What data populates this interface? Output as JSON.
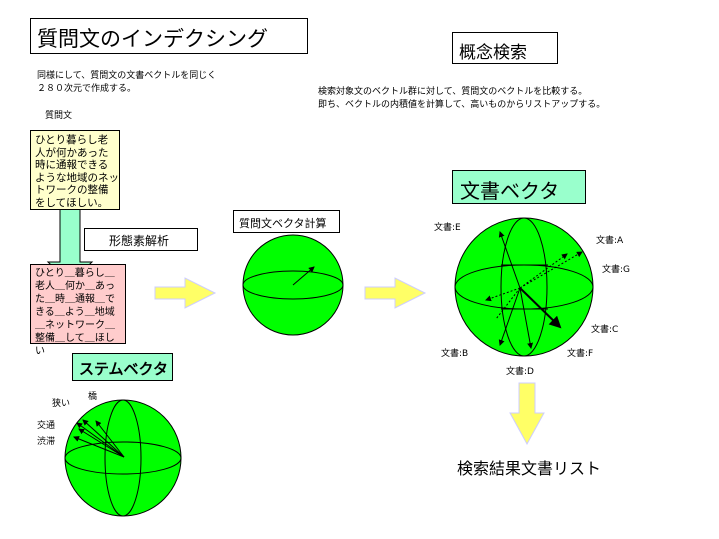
{
  "title": "質問文のインデクシング",
  "left_note": "同様にして、質問文の文書ベクトルを同じく\n２８０次元で作成する。",
  "question_label": "質問文",
  "question_text": "ひとり暮らし老\n人が何かあった\n時に通報できる\nような地域のネッ\nトワークの整備\nをしてほしい。",
  "morph_label": "形態素解析",
  "morph_text": "ひとり＿暮らし＿\n老人＿何か＿あっ\nた＿時＿通報＿で\nきる＿よう＿地域\n＿ネットワーク＿\n整備＿して＿ほし\nい",
  "stem_vector_label": "ステムベクタ",
  "stem_terms": [
    "狭い",
    "橋",
    "交通",
    "渋滞"
  ],
  "question_vector_label": "質問文ベクタ計算",
  "concept_search_label": "概念検索",
  "right_note": "検索対象文のベクトル群に対して、質問文のベクトルを比較する。\n即ち、ベクトルの内積値を計算して、高いものからリストアップする。",
  "doc_vector_label": "文書ベクタ",
  "docs": [
    "文書:E",
    "文書:A",
    "文書:G",
    "文書:C",
    "文書:F",
    "文書:D",
    "文書:B"
  ],
  "result_label": "検索結果文書リスト",
  "colors": {
    "sphere": "#00ff00",
    "yellow_box": "#ffffcc",
    "pink_box": "#ffcccc",
    "mint": "#99ffcc",
    "arrow_yellow": "#ffff66"
  }
}
